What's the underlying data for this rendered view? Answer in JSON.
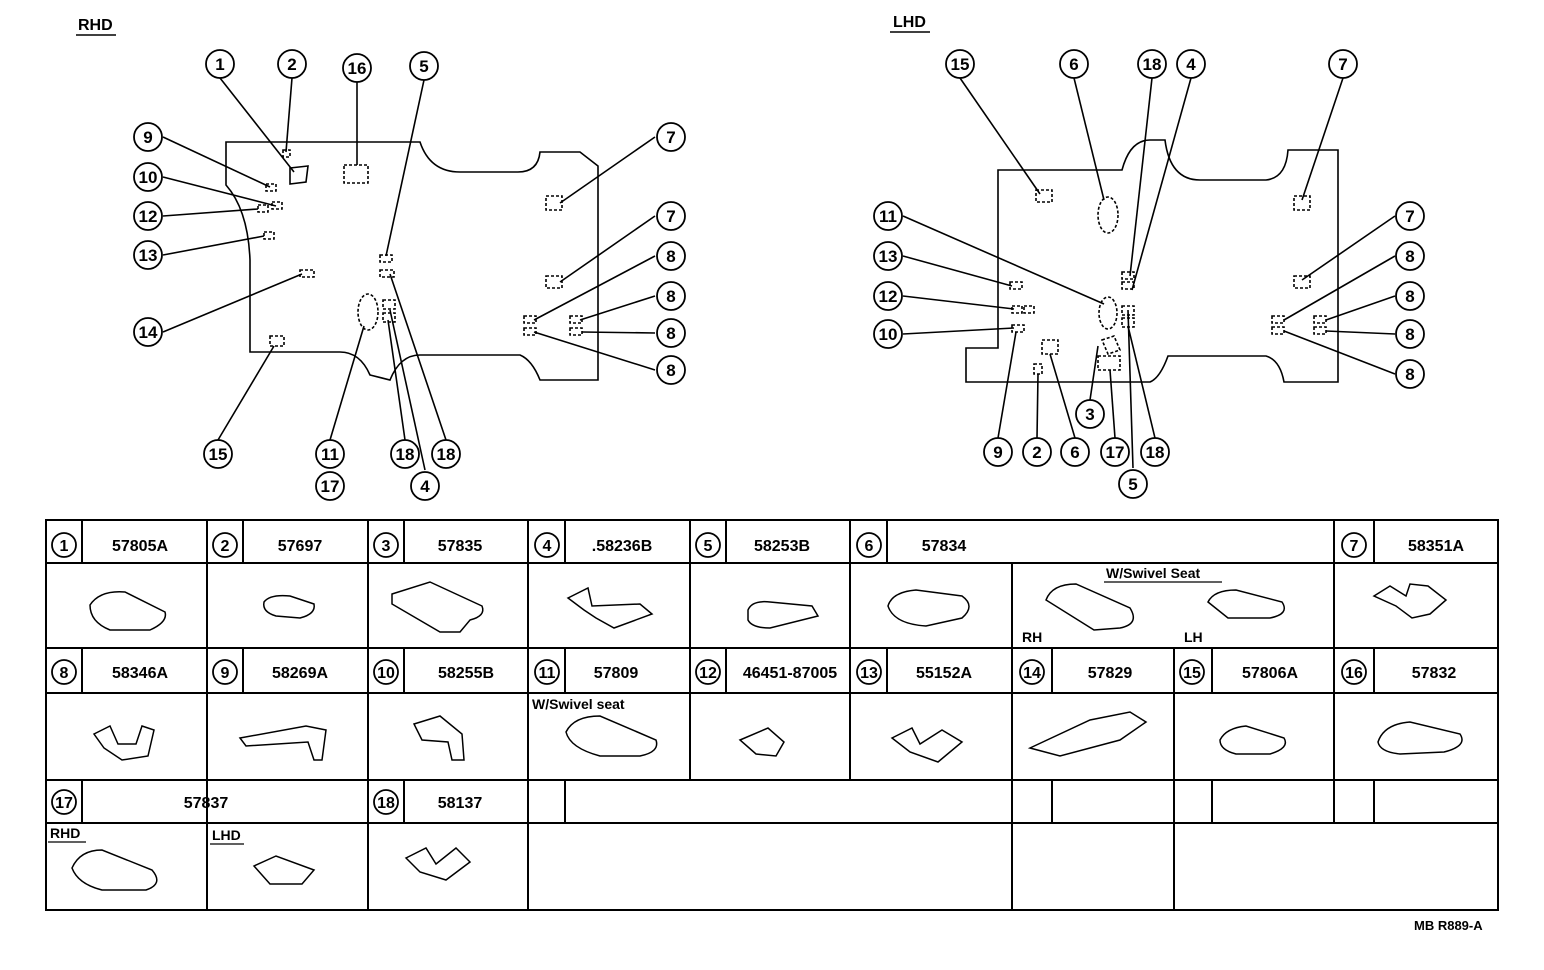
{
  "labels": {
    "rhd": "RHD",
    "lhd": "LHD",
    "footer": "MB R889-A"
  },
  "rhd_callouts": [
    {
      "n": "1"
    },
    {
      "n": "2"
    },
    {
      "n": "16"
    },
    {
      "n": "5"
    },
    {
      "n": "9"
    },
    {
      "n": "10"
    },
    {
      "n": "12"
    },
    {
      "n": "13"
    },
    {
      "n": "14"
    },
    {
      "n": "15"
    },
    {
      "n": "7"
    },
    {
      "n": "7"
    },
    {
      "n": "8"
    },
    {
      "n": "8"
    },
    {
      "n": "8"
    },
    {
      "n": "8"
    },
    {
      "n": "11"
    },
    {
      "n": "17"
    },
    {
      "n": "18"
    },
    {
      "n": "4"
    },
    {
      "n": "18"
    }
  ],
  "lhd_callouts": [
    {
      "n": "15"
    },
    {
      "n": "6"
    },
    {
      "n": "18"
    },
    {
      "n": "4"
    },
    {
      "n": "7"
    },
    {
      "n": "11"
    },
    {
      "n": "13"
    },
    {
      "n": "12"
    },
    {
      "n": "10"
    },
    {
      "n": "7"
    },
    {
      "n": "8"
    },
    {
      "n": "8"
    },
    {
      "n": "8"
    },
    {
      "n": "8"
    },
    {
      "n": "3"
    },
    {
      "n": "9"
    },
    {
      "n": "2"
    },
    {
      "n": "6"
    },
    {
      "n": "17"
    },
    {
      "n": "18"
    },
    {
      "n": "5"
    }
  ],
  "table": {
    "row1": [
      {
        "num": "1",
        "part": "57805A"
      },
      {
        "num": "2",
        "part": "57697"
      },
      {
        "num": "3",
        "part": "57835"
      },
      {
        "num": "4",
        "part": ".58236B"
      },
      {
        "num": "5",
        "part": "58253B"
      },
      {
        "num": "6",
        "part": "57834"
      },
      {
        "num": "7",
        "part": "58351A"
      }
    ],
    "row2": [
      {
        "num": "8",
        "part": "58346A"
      },
      {
        "num": "9",
        "part": "58269A"
      },
      {
        "num": "10",
        "part": "58255B"
      },
      {
        "num": "11",
        "part": "57809"
      },
      {
        "num": "12",
        "part": "46451-87005"
      },
      {
        "num": "13",
        "part": "55152A"
      },
      {
        "num": "14",
        "part": "57829"
      },
      {
        "num": "15",
        "part": "57806A"
      },
      {
        "num": "16",
        "part": "57832"
      }
    ],
    "row3": [
      {
        "num": "17",
        "part": "57837"
      },
      {
        "num": "18",
        "part": "58137"
      }
    ],
    "notes": {
      "swivel_seat_6": "W/Swivel Seat",
      "rh": "RH",
      "lh": "LH",
      "swivel_seat_11": "W/Swivel seat",
      "rhd_17": "RHD",
      "lhd_17": "LHD"
    }
  }
}
